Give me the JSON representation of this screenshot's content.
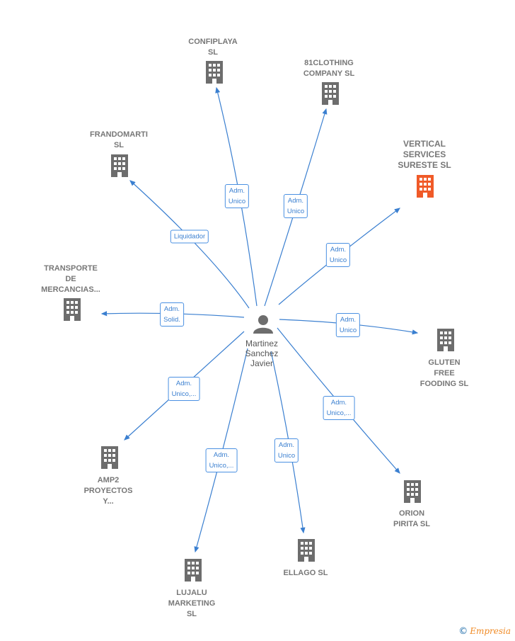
{
  "center": {
    "name": "Martinez\nSanchez\nJavier"
  },
  "colors": {
    "edge": "#3a7fd0",
    "building": "#6d6d6d",
    "building_highlight": "#f05a28"
  },
  "nodes": [
    {
      "id": "confiplaya",
      "label": "CONFIPLAYA\nSL",
      "highlight": false
    },
    {
      "id": "81clothing",
      "label": "81CLOTHING\nCOMPANY SL",
      "highlight": false
    },
    {
      "id": "vertical",
      "label": "VERTICAL\nSERVICES\nSURESTE  SL",
      "highlight": true
    },
    {
      "id": "frandomarti",
      "label": "FRANDOMARTI\nSL",
      "highlight": false
    },
    {
      "id": "transporte",
      "label": "TRANSPORTE\nDE\nMERCANCIAS...",
      "highlight": false
    },
    {
      "id": "gluten",
      "label": "GLUTEN\nFREE\nFOODING  SL",
      "highlight": false
    },
    {
      "id": "amp2",
      "label": "AMP2\nPROYECTOS\nY...",
      "highlight": false
    },
    {
      "id": "orion",
      "label": "ORION\nPIRITA  SL",
      "highlight": false
    },
    {
      "id": "lujalu",
      "label": "LUJALU\nMARKETING\nSL",
      "highlight": false
    },
    {
      "id": "ellago",
      "label": "ELLAGO  SL",
      "highlight": false
    }
  ],
  "edges": [
    {
      "to": "confiplaya",
      "role": "Adm.\nUnico"
    },
    {
      "to": "81clothing",
      "role": "Adm.\nUnico"
    },
    {
      "to": "vertical",
      "role": "Adm.\nUnico"
    },
    {
      "to": "frandomarti",
      "role": "Liquidador"
    },
    {
      "to": "transporte",
      "role": "Adm.\nSolid."
    },
    {
      "to": "gluten",
      "role": "Adm.\nUnico"
    },
    {
      "to": "amp2",
      "role": "Adm.\nUnico,..."
    },
    {
      "to": "orion",
      "role": "Adm.\nUnico,..."
    },
    {
      "to": "lujalu",
      "role": "Adm.\nUnico,..."
    },
    {
      "to": "ellago",
      "role": "Adm.\nUnico"
    }
  ],
  "footer": {
    "copyright": "©",
    "brand": "Empresia"
  }
}
